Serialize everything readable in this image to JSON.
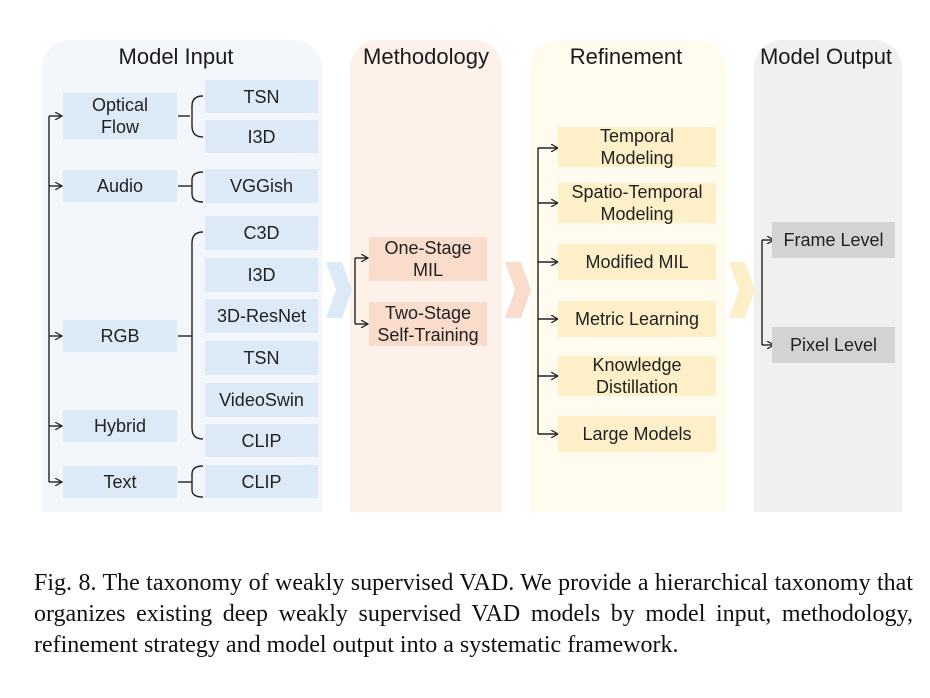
{
  "columns": {
    "input": {
      "title": "Model Input"
    },
    "method": {
      "title": "Methodology"
    },
    "refine": {
      "title": "Refinement"
    },
    "output": {
      "title": "Model Output"
    }
  },
  "inputs": {
    "optical_flow": "Optical\nFlow",
    "audio": "Audio",
    "rgb": "RGB",
    "hybrid": "Hybrid",
    "text": "Text"
  },
  "features": {
    "flow_tsn": "TSN",
    "flow_i3d": "I3D",
    "vggish": "VGGish",
    "c3d": "C3D",
    "rgb_i3d": "I3D",
    "resnet3d": "3D-ResNet",
    "rgb_tsn": "TSN",
    "videoswin": "VideoSwin",
    "rgb_clip": "CLIP",
    "text_clip": "CLIP"
  },
  "methods": {
    "one_stage": "One-Stage\nMIL",
    "two_stage": "Two-Stage\nSelf-Training"
  },
  "refinements": {
    "temporal": "Temporal\nModeling",
    "spatio": "Spatio-Temporal\nModeling",
    "mil": "Modified MIL",
    "metric": "Metric Learning",
    "kd": "Knowledge\nDistillation",
    "llm": "Large Models"
  },
  "outputs": {
    "frame": "Frame Level",
    "pixel": "Pixel Level"
  },
  "caption": "Fig. 8.  The taxonomy of weakly supervised VAD. We provide a hierarchical taxonomy that organizes existing deep weakly supervised VAD models by model input, methodology, refinement strategy and model output into a systematic framework.",
  "colors": {
    "input_panel": "#f3f6fb",
    "method_panel": "#fdf1ea",
    "refine_panel": "#fffbef",
    "output_panel": "#f0f0f0",
    "blue_box": "#dce9f7",
    "peach_box": "#f9dccb",
    "yellow_box": "#fdefc8",
    "gray_box": "#d3d3d3"
  }
}
